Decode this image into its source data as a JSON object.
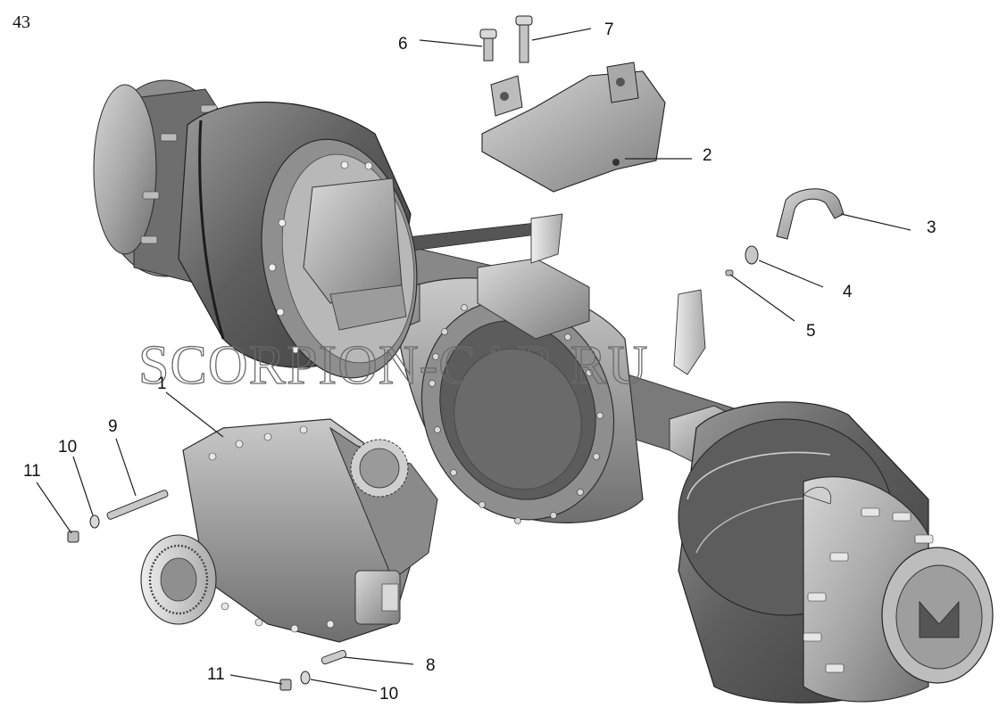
{
  "page_number": "43",
  "watermark": "SCORPION-CAR.RU",
  "callouts": [
    {
      "id": "1",
      "label": "1"
    },
    {
      "id": "2",
      "label": "2"
    },
    {
      "id": "3",
      "label": "3"
    },
    {
      "id": "4",
      "label": "4"
    },
    {
      "id": "5",
      "label": "5"
    },
    {
      "id": "6",
      "label": "6"
    },
    {
      "id": "7",
      "label": "7"
    },
    {
      "id": "8",
      "label": "8"
    },
    {
      "id": "9",
      "label": "9"
    },
    {
      "id": "10a",
      "label": "10"
    },
    {
      "id": "10b",
      "label": "10"
    },
    {
      "id": "11a",
      "label": "11"
    },
    {
      "id": "11b",
      "label": "11"
    }
  ]
}
